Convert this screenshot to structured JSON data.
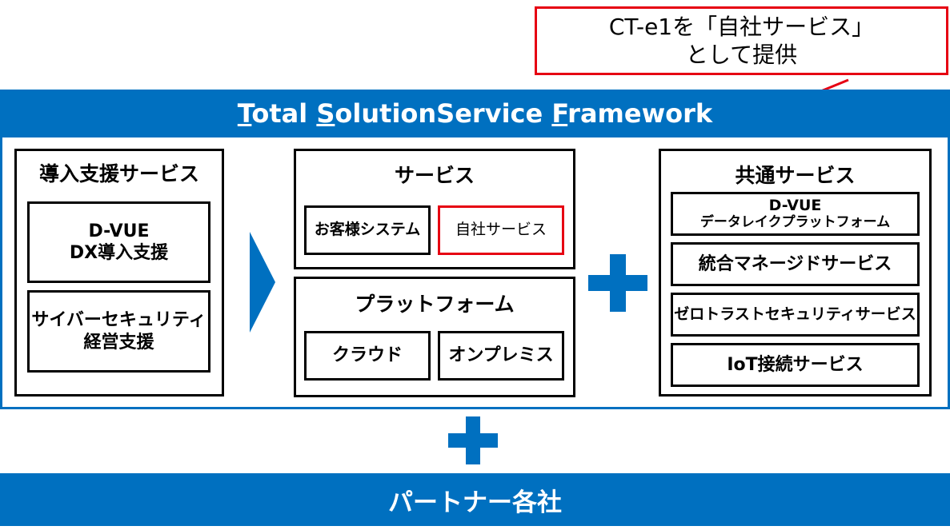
{
  "callout": {
    "line1": "CT-e1を「自社サービス」",
    "line2": "として提供"
  },
  "framework": {
    "title_parts": [
      {
        "u": "T",
        "rest": "otal "
      },
      {
        "u": "S",
        "rest": "olutionService "
      },
      {
        "u": "F",
        "rest": "ramework"
      }
    ]
  },
  "left_panel": {
    "title": "導入支援サービス",
    "box1_line1": "D-VUE",
    "box1_line2": "DX導入支援",
    "box2_line1": "サイバーセキュリティ",
    "box2_line2": "経営支援"
  },
  "middle": {
    "services_title": "サービス",
    "customer_system": "お客様システム",
    "own_service": "自社サービス",
    "platform_title": "プラットフォーム",
    "cloud": "クラウド",
    "onpremise": "オンプレミス"
  },
  "right_panel": {
    "title": "共通サービス",
    "item1_line1": "D-VUE",
    "item1_line2": "データレイクプラットフォーム",
    "item2": "統合マネージドサービス",
    "item3": "ゼロトラストセキュリティサービス",
    "item4": "IoT接続サービス"
  },
  "footer": {
    "label": "パートナー各社"
  },
  "colors": {
    "primary_blue": "#0070c0",
    "highlight_red": "#e60012"
  }
}
